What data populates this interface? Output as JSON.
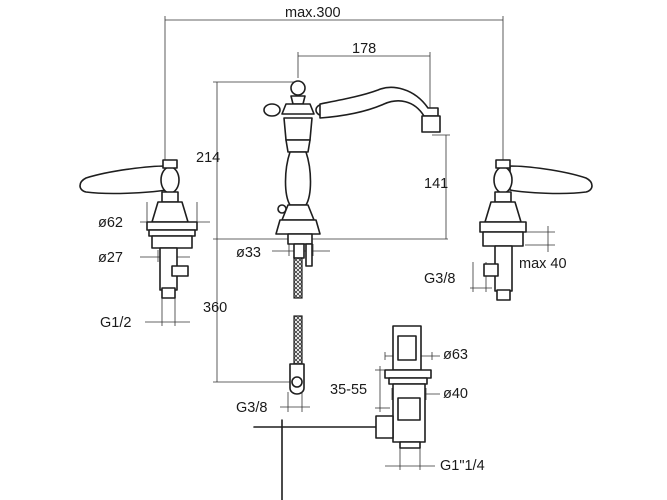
{
  "drawing": {
    "dimensions": {
      "overall_width": "max.300",
      "spout_reach": "178",
      "spout_height": "214",
      "spout_outlet_height": "141",
      "handle_base_diameter": "ø62",
      "handle_body_diameter": "ø27",
      "handle_connection": "G1/2",
      "spout_hole_diameter": "ø33",
      "shank_length": "360",
      "spout_connection": "G3/8",
      "valve_connection": "G3/8",
      "max_deck_thickness": "max 40",
      "waste_plug_diameter": "ø63",
      "waste_deck_range": "35-55",
      "waste_body_diameter": "ø40",
      "waste_connection": "G1\"1/4"
    },
    "colors": {
      "line": "#1e1e1e",
      "background": "#ffffff"
    }
  }
}
